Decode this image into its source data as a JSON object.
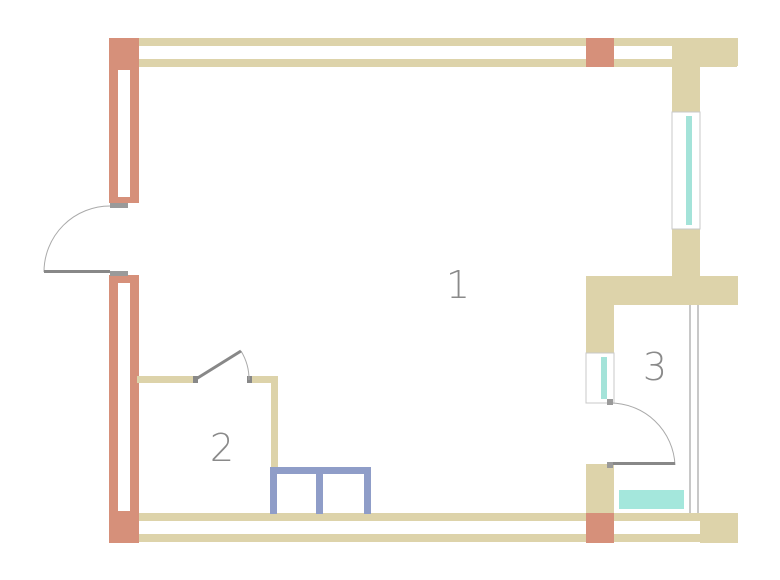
{
  "colors": {
    "wall": "#ddd3aa",
    "partition_alt": "#e4d8b0",
    "wall_new": "#d6907a",
    "furniture": "#8f9dc8",
    "glass": "#a4e3d9",
    "bath": "#a4e7dc",
    "door": "#888888",
    "label": "#8a8a8a"
  },
  "rooms": [
    {
      "id": "1",
      "label": "1"
    },
    {
      "id": "2",
      "label": "2"
    },
    {
      "id": "3",
      "label": "3"
    }
  ]
}
